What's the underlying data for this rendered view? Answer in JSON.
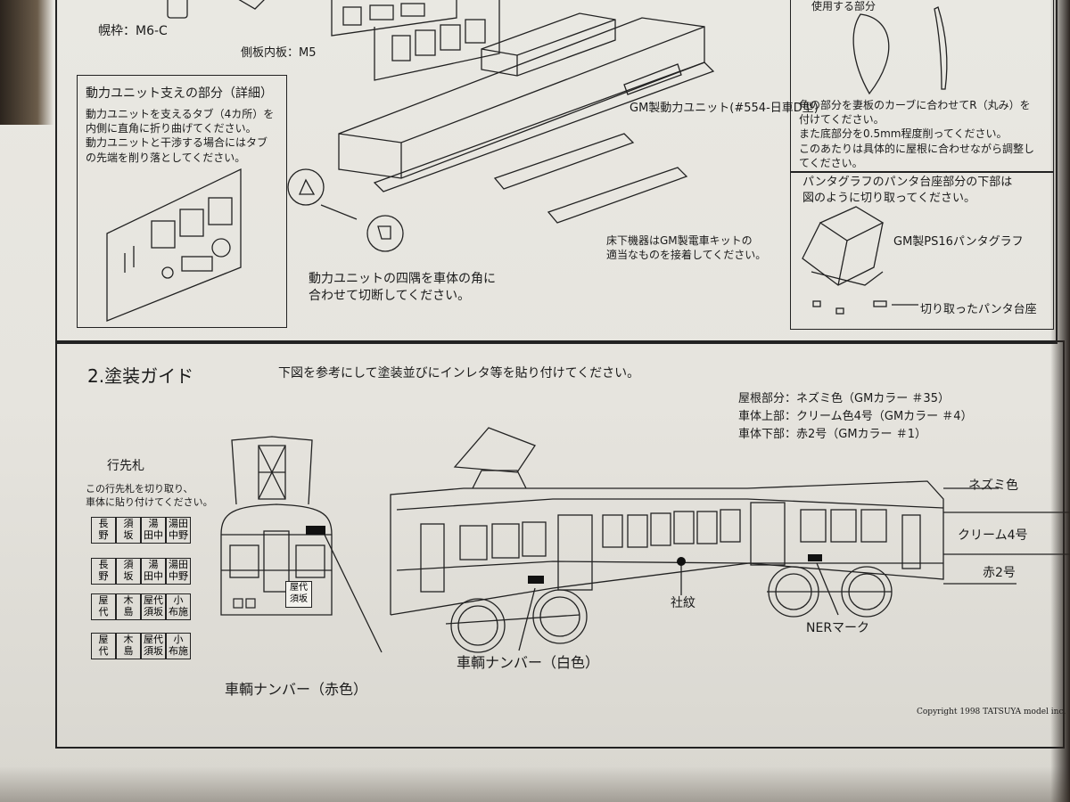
{
  "top_section": {
    "hood_frame_label": "幌枠：M6-C",
    "side_inner_label": "側板内板：M5",
    "power_support_title": "動力ユニット支えの部分（詳細）",
    "power_support_body": "動力ユニットを支えるタブ（4カ所）を\n内側に直角に折り曲げてください。\n動力ユニットと干渉する場合にはタブ\nの先端を削り落としてください。",
    "power_unit_label": "GM製動力ユニット(#554-日車D型)",
    "underfloor_note": "床下機器はGM製電車キットの\n適当なものを接着してください。",
    "corners_note": "動力ユニットの四隅を車体の角に\n合わせて切断してください。",
    "used_part_label": "使用する部分",
    "roof_note": "角の部分を妻板のカーブに合わせてR（丸み）を\n付けてください。\nまた底部分を0.5mm程度削ってください。\nこのあたりは具体的に屋根に合わせながら調整し\nてください。",
    "pantograph_note": "パンタグラフのパンタ台座部分の下部は\n図のように切り取ってください。",
    "pantograph_label": "GM製PS16パンタグラフ",
    "cut_base_label": "切り取ったパンタ台座"
  },
  "paint_guide": {
    "heading": "2.塗装ガイド",
    "intro": "下図を参考にして塗装並びにインレタ等を貼り付けてください。",
    "roof_spec": "屋根部分：ネズミ色（GMカラー ＃35）",
    "upper_spec": "車体上部：クリーム色4号（GMカラー ＃4）",
    "lower_spec": "車体下部：赤2号（GMカラー ＃1）",
    "color_roof": "ネズミ色",
    "color_upper": "クリーム4号",
    "color_lower": "赤2号",
    "dest_title": "行先札",
    "dest_note": "この行先札を切り取り、\n車体に貼り付けてください。",
    "dest_plates": [
      "長\n野",
      "須\n坂",
      "湯\n田中",
      "湯田\n中野",
      "長\n野",
      "須\n坂",
      "湯\n田中",
      "湯田\n中野",
      "屋\n代",
      "木\n島",
      "屋代\n須坂",
      "小\n布施",
      "屋\n代",
      "木\n島",
      "屋代\n須坂",
      "小\n布施"
    ],
    "front_dest_plate": "屋代\n須坂",
    "number_red": "車輌ナンバー（赤色）",
    "number_white": "車輌ナンバー（白色）",
    "emblem": "社紋",
    "ner_mark": "NERマーク",
    "copyright": "Copyright 1998 TATSUYA model inc."
  }
}
